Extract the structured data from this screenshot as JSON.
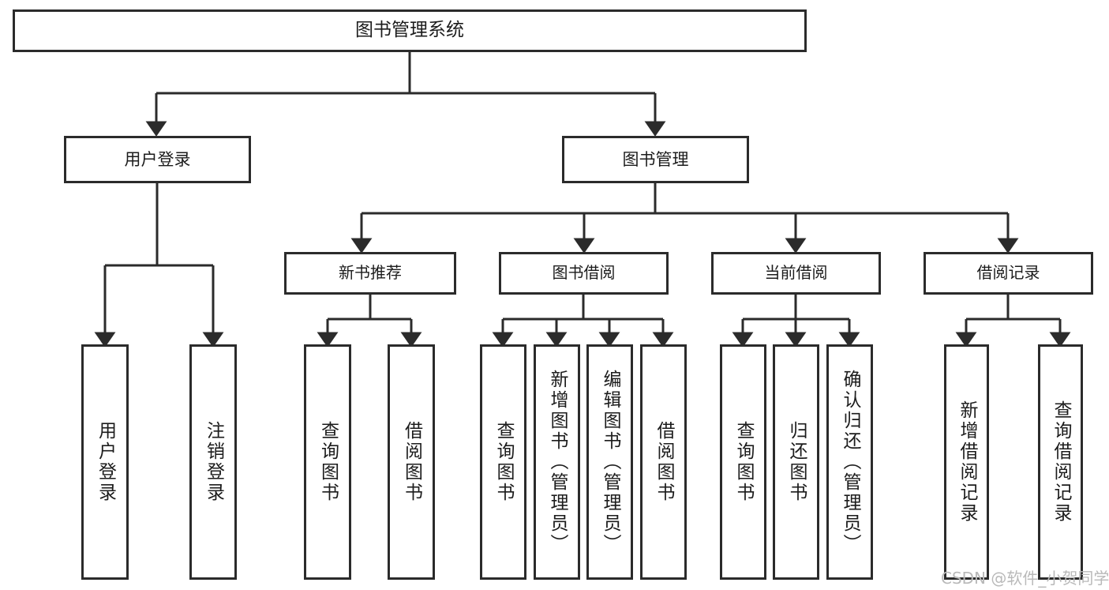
{
  "diagram": {
    "type": "tree-hierarchy",
    "title": "图书管理系统",
    "palette": {
      "box_border": "#2b2b2b",
      "box_fill": "#ffffff",
      "edge": "#2b2b2b",
      "background": "#ffffff",
      "watermark": "#b9b9b9"
    },
    "nodes": {
      "root": {
        "label": "图书管理系统"
      },
      "level2": [
        {
          "id": "user-login",
          "label": "用户登录"
        },
        {
          "id": "book-manage",
          "label": "图书管理"
        }
      ],
      "level3": [
        {
          "id": "new-book-recommend",
          "label": "新书推荐"
        },
        {
          "id": "book-borrow",
          "label": "图书借阅"
        },
        {
          "id": "current-borrow",
          "label": "当前借阅"
        },
        {
          "id": "borrow-record",
          "label": "借阅记录"
        }
      ],
      "leaves": [
        {
          "id": "leaf-user-login",
          "label": "用户登录",
          "parent": "user-login"
        },
        {
          "id": "leaf-logout-login",
          "label": "注销登录",
          "parent": "user-login"
        },
        {
          "id": "leaf-query-book-1",
          "label": "查询图书",
          "parent": "new-book-recommend"
        },
        {
          "id": "leaf-borrow-book-1",
          "label": "借阅图书",
          "parent": "new-book-recommend"
        },
        {
          "id": "leaf-query-book-2",
          "label": "查询图书",
          "parent": "book-borrow"
        },
        {
          "id": "leaf-add-book",
          "label": "新增图书（管理员）",
          "parent": "book-borrow"
        },
        {
          "id": "leaf-edit-book",
          "label": "编辑图书（管理员）",
          "parent": "book-borrow"
        },
        {
          "id": "leaf-borrow-book-2",
          "label": "借阅图书",
          "parent": "book-borrow"
        },
        {
          "id": "leaf-query-book-3",
          "label": "查询图书",
          "parent": "current-borrow"
        },
        {
          "id": "leaf-return-book",
          "label": "归还图书",
          "parent": "current-borrow"
        },
        {
          "id": "leaf-confirm-return",
          "label": "确认归还（管理员）",
          "parent": "current-borrow"
        },
        {
          "id": "leaf-add-record",
          "label": "新增借阅记录",
          "parent": "borrow-record"
        },
        {
          "id": "leaf-query-record",
          "label": "查询借阅记录",
          "parent": "borrow-record"
        }
      ]
    },
    "watermark": "CSDN @软件_小贺同学"
  }
}
